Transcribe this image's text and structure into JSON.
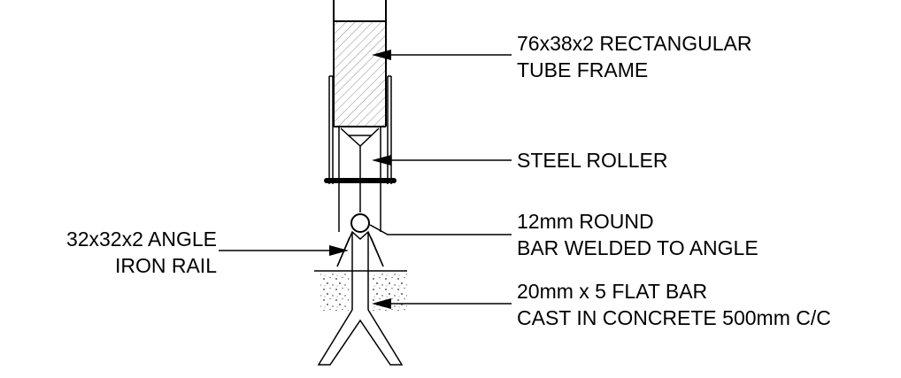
{
  "labels": {
    "tube_frame": {
      "line1": "76x38x2 RECTANGULAR",
      "line2": "TUBE FRAME"
    },
    "steel_roller": {
      "line1": "STEEL ROLLER"
    },
    "round_bar": {
      "line1": "12mm ROUND",
      "line2": "BAR WELDED TO ANGLE"
    },
    "angle_rail": {
      "line1": "32x32x2 ANGLE",
      "line2": "IRON RAIL"
    },
    "flat_bar": {
      "line1": "20mm x 5 FLAT BAR",
      "line2": "CAST IN CONCRETE 500mm C/C"
    }
  }
}
